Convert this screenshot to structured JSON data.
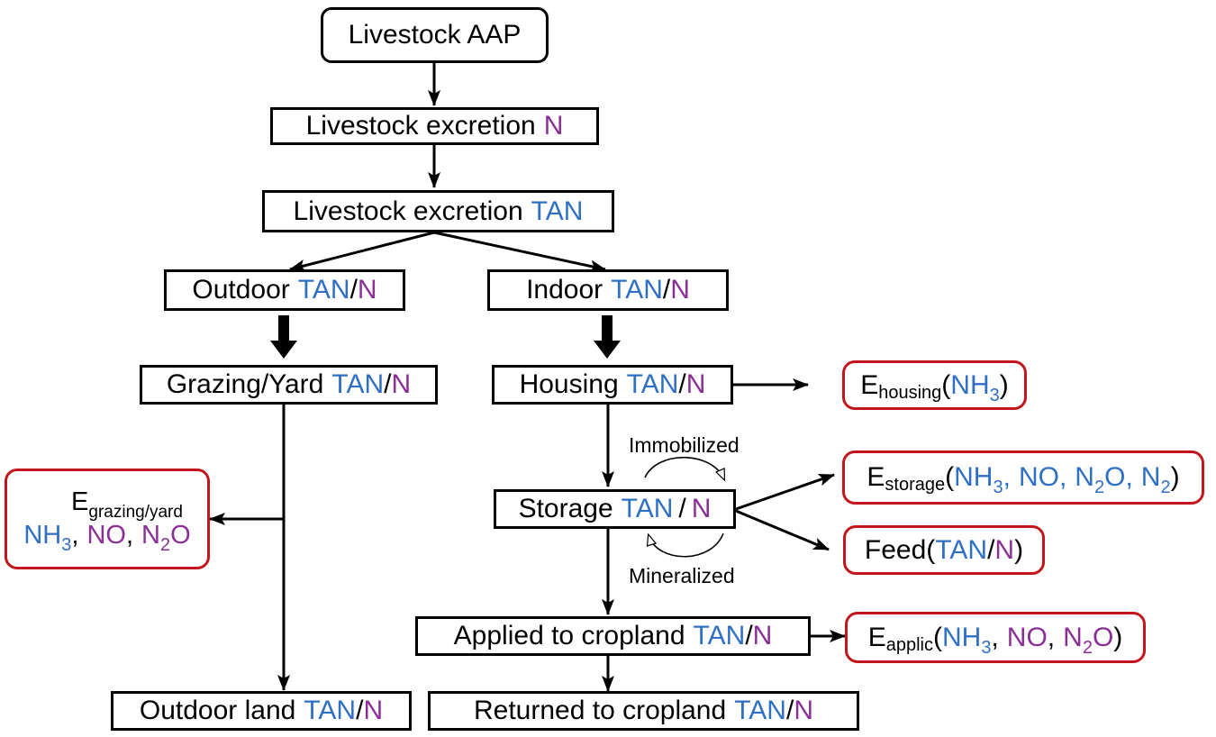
{
  "colors": {
    "tan": "#2f6fc4",
    "n": "#8b2f97",
    "emission_border": "#c0161c",
    "box_border": "#000000"
  },
  "nodes": {
    "aap": {
      "label": "Livestock AAP"
    },
    "excretion_n": {
      "label": "Livestock excretion",
      "suffix": "N"
    },
    "excretion_tan": {
      "label": "Livestock excretion",
      "suffix": "TAN"
    },
    "outdoor": {
      "label": "Outdoor",
      "tan": "TAN",
      "sep": "/",
      "n": "N"
    },
    "indoor": {
      "label": "Indoor",
      "tan": "TAN",
      "sep": "/",
      "n": "N"
    },
    "grazing": {
      "label": "Grazing/Yard",
      "tan": "TAN",
      "sep": "/",
      "n": "N"
    },
    "housing": {
      "label": "Housing",
      "tan": "TAN",
      "sep": "/",
      "n": "N"
    },
    "storage": {
      "label": "Storage",
      "tan": "TAN",
      "sep": "/",
      "n": "N"
    },
    "applied": {
      "label": "Applied to cropland",
      "tan": "TAN",
      "sep": "/",
      "n": "N"
    },
    "outdoor_land": {
      "label": "Outdoor land",
      "tan": "TAN",
      "sep": "/",
      "n": "N"
    },
    "returned": {
      "label": "Returned to cropland",
      "tan": "TAN",
      "sep": "/",
      "n": "N"
    }
  },
  "emissions": {
    "housing": {
      "e": "E",
      "sub": "housing",
      "open": "(",
      "g1": "NH",
      "g1_sub": "3",
      "close": ")"
    },
    "storage": {
      "e": "E",
      "sub": "storage",
      "open": "(",
      "g1": "NH",
      "g1_sub": "3",
      "c1": ",",
      "g2": "NO",
      "c2": ",",
      "g3": "N",
      "g3_sub": "2",
      "g3_end": "O",
      "c3": ",",
      "g4": "N",
      "g4_sub": "2",
      "close": ")"
    },
    "feed": {
      "label": "Feed",
      "open": "(",
      "tan": "TAN",
      "sep": "/",
      "n": "N",
      "close": ")"
    },
    "applic": {
      "e": "E",
      "sub": "applic",
      "open": "(",
      "g1": "NH",
      "g1_sub": "3",
      "c1": ",",
      "g2": "NO",
      "c2": ",",
      "g3": "N",
      "g3_sub": "2",
      "g3_end": "O",
      "close": ")"
    },
    "grazing": {
      "e": "E",
      "sub": "grazing/yard",
      "g1": "NH",
      "g1_sub": "3",
      "c1": ",",
      "g2": "NO",
      "c2": ",",
      "g3": "N",
      "g3_sub": "2",
      "g3_end": "O"
    }
  },
  "labels": {
    "immobilized": "Immobilized",
    "mineralized": "Mineralized"
  }
}
